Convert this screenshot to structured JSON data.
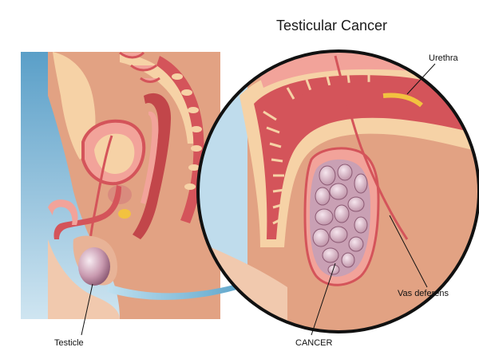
{
  "diagram": {
    "title": "Testicular Cancer",
    "labels": {
      "urethra": "Urethra",
      "vas_deferens": "Vas deferens",
      "cancer": "CANCER",
      "testicle": "Testicle"
    }
  },
  "colors": {
    "sky_top": "#5a9fc8",
    "sky_bottom": "#bfdcec",
    "skin": "#e2a283",
    "tissue_light": "#f6d2a6",
    "tissue_pink": "#f2a39a",
    "tissue_red": "#c2464a",
    "tube_red": "#d4545a",
    "testis_purple": "#bf8fa5",
    "arrow_blue": "#2e88b8"
  }
}
